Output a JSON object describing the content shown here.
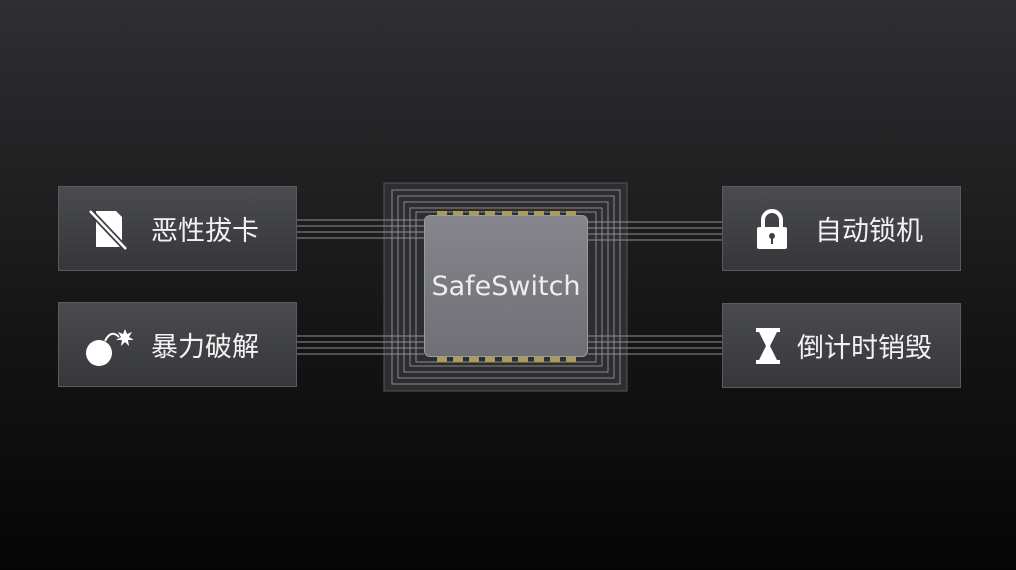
{
  "chip": {
    "label": "SafeSwitch"
  },
  "threats": [
    {
      "label": "恶性拔卡",
      "icon": "no-sim-card-icon"
    },
    {
      "label": "暴力破解",
      "icon": "bomb-icon"
    }
  ],
  "responses": [
    {
      "label": "自动锁机",
      "icon": "lock-icon"
    },
    {
      "label": "倒计时销毁",
      "icon": "hourglass-icon"
    }
  ],
  "colors": {
    "pad": "#b19a55",
    "box": "#414246",
    "chip": "#7a7b81"
  }
}
